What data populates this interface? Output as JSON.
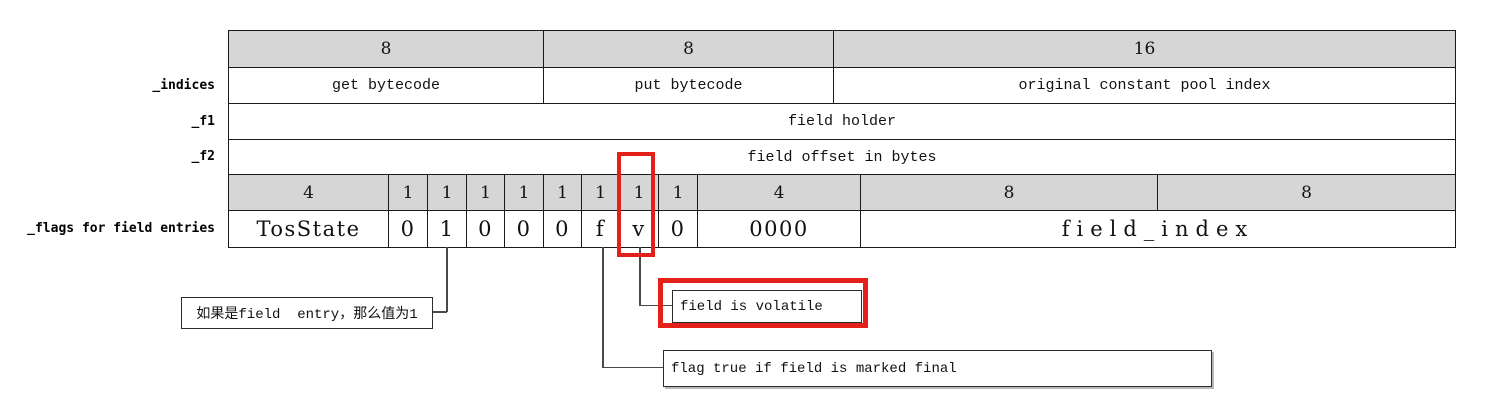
{
  "colors": {
    "header_fill": "#d6d6d6",
    "grid_line": "#1a1a1a",
    "highlight_red": "#e32119",
    "connector": "#4a4a4a"
  },
  "row_labels": {
    "indices": "_indices",
    "f1": "_f1",
    "f2": "_f2",
    "flags": "_flags for field entries"
  },
  "width_header": {
    "c1": "8",
    "c2": "8",
    "c3": "16"
  },
  "indices_row": {
    "c1": "get bytecode",
    "c2": "put bytecode",
    "c3": "original constant pool index"
  },
  "f1_row": {
    "value": "field holder"
  },
  "f2_row": {
    "value": "field offset in bytes"
  },
  "bits_header": {
    "tos": "4",
    "bits": [
      "1",
      "1",
      "1",
      "1",
      "1",
      "1",
      "1",
      "1"
    ],
    "nibble": "4",
    "idx1": "8",
    "idx2": "8"
  },
  "flags_row": {
    "tos": "TosState",
    "bits": [
      "0",
      "1",
      "0",
      "0",
      "0",
      "f",
      "v",
      "0"
    ],
    "nibble": "0000",
    "index": "field_index"
  },
  "annotations": {
    "entry_note": "如果是field  entry，那么值为1",
    "volatile_note": "field is volatile",
    "final_note": "flag true if field is marked final"
  }
}
